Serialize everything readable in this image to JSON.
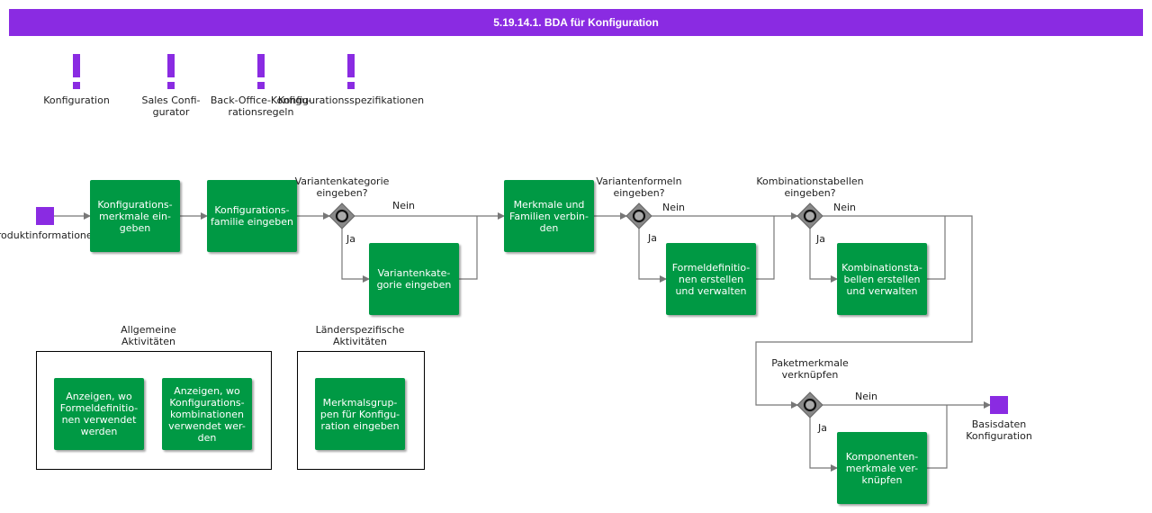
{
  "title": "5.19.14.1. BDA für Konfiguration",
  "categories": [
    {
      "label": "Konfiguration"
    },
    {
      "label": "Sales Confi-\ngurator"
    },
    {
      "label": "Back-Office-Konfigu-\nrationsregeln"
    },
    {
      "label": "Konfigurationsspezifikationen"
    }
  ],
  "events": {
    "start": "Produktinformationen",
    "end": "Basisdaten\nKonfiguration"
  },
  "tasks": {
    "t1": "Konfigurations-\nmerkmale ein-\ngeben",
    "t2": "Konfigurations-\nfamilie eingeben",
    "t3": "Variantenkate-\ngorie eingeben",
    "t4": "Merkmale und\nFamilien verbin-\nden",
    "t5": "Formeldefinitio-\nnen erstellen\nund verwalten",
    "t6": "Kombinationsta-\nbellen erstellen\nund verwalten",
    "t7": "Komponenten-\nmerkmale ver-\nknüpfen",
    "g1a": "Anzeigen, wo\nFormeldefinitio-\nnen verwendet\nwerden",
    "g1b": "Anzeigen, wo\nKonfigurations-\nkombinationen\nverwendet wer-\nden",
    "g2a": "Merkmalsgrup-\npen für Konfigu-\nration eingeben"
  },
  "gateways": {
    "gw1": "Variantenkategorie\neingeben?",
    "gw2": "Variantenformeln\neingeben?",
    "gw3": "Kombinationstabellen\neingeben?",
    "gw4": "Paketmerkmale\nverknüpfen"
  },
  "branch_labels": {
    "no": "Nein",
    "yes": "Ja"
  },
  "groups": {
    "g1": "Allgemeine\nAktivitäten",
    "g2": "Länderspezifische\nAktivitäten"
  },
  "colors": {
    "header": "#8a2be2",
    "task": "#009944",
    "event": "#8a2be2",
    "gateway": "#888888",
    "line": "#777777"
  }
}
